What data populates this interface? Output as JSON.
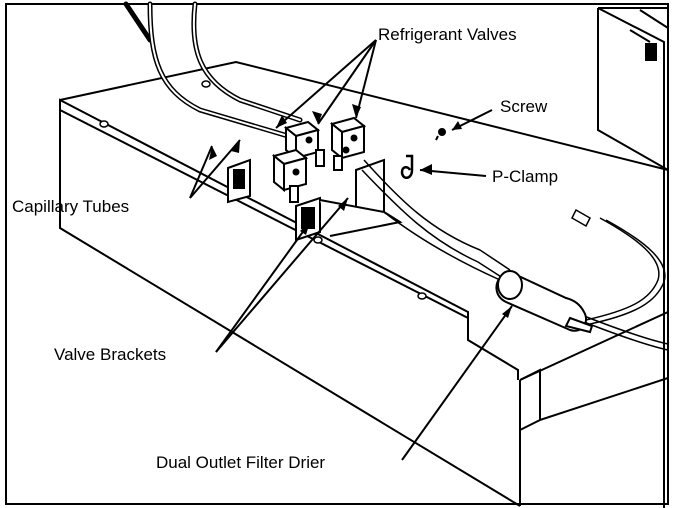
{
  "labels": {
    "refrigerant_valves": "Refrigerant Valves",
    "screw": "Screw",
    "p_clamp": "P-Clamp",
    "capillary_tubes": "Capillary Tubes",
    "valve_brackets": "Valve Brackets",
    "dual_outlet_filter_drier": "Dual Outlet Filter Drier"
  },
  "colors": {
    "ink": "#000000",
    "paper": "#ffffff",
    "shade": "#555555"
  }
}
